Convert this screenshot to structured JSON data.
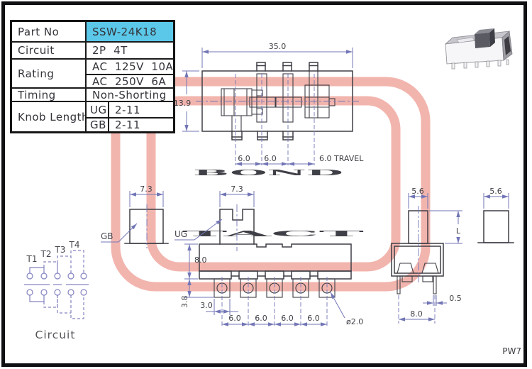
{
  "page": {
    "code": "PW7"
  },
  "table": {
    "part_label": "Part No",
    "part_value": "SSW-24K18",
    "circuit_label": "Circuit",
    "circuit_value": "2P  4T",
    "rating_label": "Rating",
    "rating_value1": "AC  125V  10A",
    "rating_value2": "AC  250V  6A",
    "timing_label": "Timing",
    "timing_value": "Non-Shorting",
    "knob_label": "Knob Length",
    "knob_rows": [
      {
        "key": "UG",
        "value": "2-11"
      },
      {
        "key": "GB",
        "value": "2-11"
      }
    ]
  },
  "watermark": {
    "line1": "BOND",
    "line2": "TACT"
  },
  "dims": {
    "top_view": {
      "width": "35.0",
      "height": "13.9",
      "travel": [
        "6.0",
        "6.0",
        "6.0 TRAVEL"
      ]
    },
    "front_view": {
      "gb_label": "GB",
      "ug_label": "UG",
      "gb_knob_width": "7.3",
      "ug_knob_width": "7.3",
      "body_height": "8.0",
      "terminal_height": "3.8",
      "terminal_width": "3.0",
      "pitch": [
        "6.0",
        "6.0",
        "6.0",
        "6.0"
      ],
      "hole_dia": "ø2.0"
    },
    "side_view": {
      "knob_width": "5.6",
      "knob_length": "L",
      "pin_width": "0.5",
      "pin_span": "8.0"
    },
    "knob_profile": {
      "width": "5.6"
    }
  },
  "circuit": {
    "terminals": [
      "T1",
      "T2",
      "T3",
      "T4"
    ],
    "caption": "Circuit"
  },
  "colors": {
    "part_no_highlight": "#5bc8e9",
    "dimension_blue": "#7276b6",
    "line_dark": "#3e3e46",
    "watermark_pink": "#f2b5ae",
    "circuit_blue": "#8383c0"
  }
}
